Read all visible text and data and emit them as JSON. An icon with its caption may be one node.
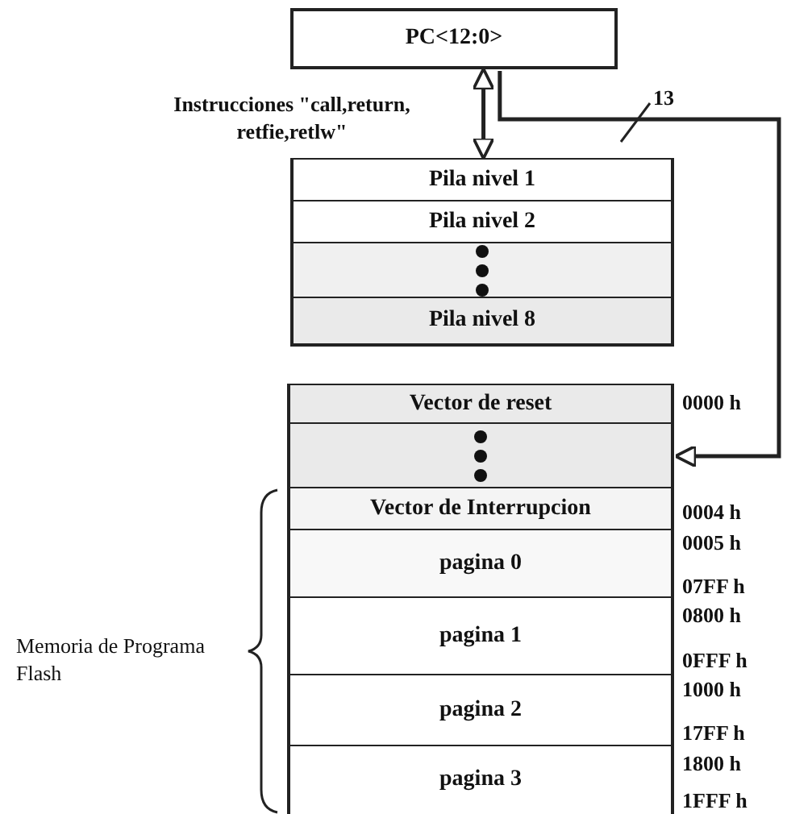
{
  "diagram": {
    "nodes": [
      {
        "text": [
          "PC<12:0>"
        ]
      },
      {
        "text": [
          "Pila nivel 1"
        ]
      },
      {
        "text": [
          "Pila nivel 2"
        ]
      },
      {
        "text": [],
        "shape": "box"
      },
      {
        "text": [
          "Pila nivel 8"
        ]
      },
      {
        "text": [
          "Vector de reset"
        ]
      },
      {
        "text": [],
        "shape": "box"
      },
      {
        "text": [
          "Vector de Interrupcion"
        ]
      },
      {
        "text": [
          "pagina 0"
        ]
      },
      {
        "text": [
          "pagina 1"
        ]
      },
      {
        "text": [
          "pagina 2"
        ]
      },
      {
        "text": [
          "pagina 3"
        ]
      }
    ],
    "edges": [
      {
        "from": 0,
        "to": 1,
        "arrow": "both",
        "label": "Instrucciones \"call,return, retfie,retlw\""
      },
      {
        "from": 0,
        "to": 6,
        "arrow": "to",
        "label": "13"
      }
    ],
    "labels": [
      "0000 h",
      "0004 h",
      "0005 h",
      "07FF h",
      "0800 h",
      "0FFF h",
      "1000 h",
      "17FF h",
      "1800 h",
      "1FFF h",
      "Memoria de Programa Flash"
    ]
  }
}
